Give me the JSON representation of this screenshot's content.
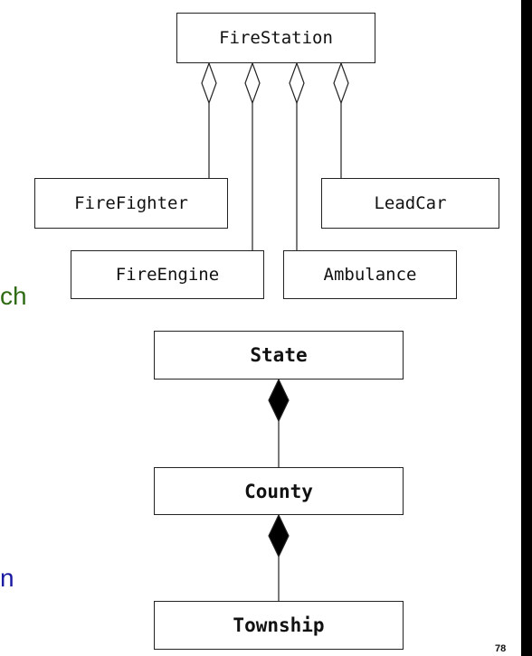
{
  "aggregation_diagram": {
    "whole": "FireStation",
    "parts": [
      "FireFighter",
      "FireEngine",
      "Ambulance",
      "LeadCar"
    ]
  },
  "composition_diagram": {
    "classes": [
      "State",
      "County",
      "Township"
    ]
  },
  "slide_fragments": {
    "fragment1": "ch",
    "fragment2": "n"
  },
  "page_number": "78",
  "colors": {
    "fragment1": "#2e6b12",
    "fragment2": "#1a1aa0",
    "line": "#222222"
  }
}
